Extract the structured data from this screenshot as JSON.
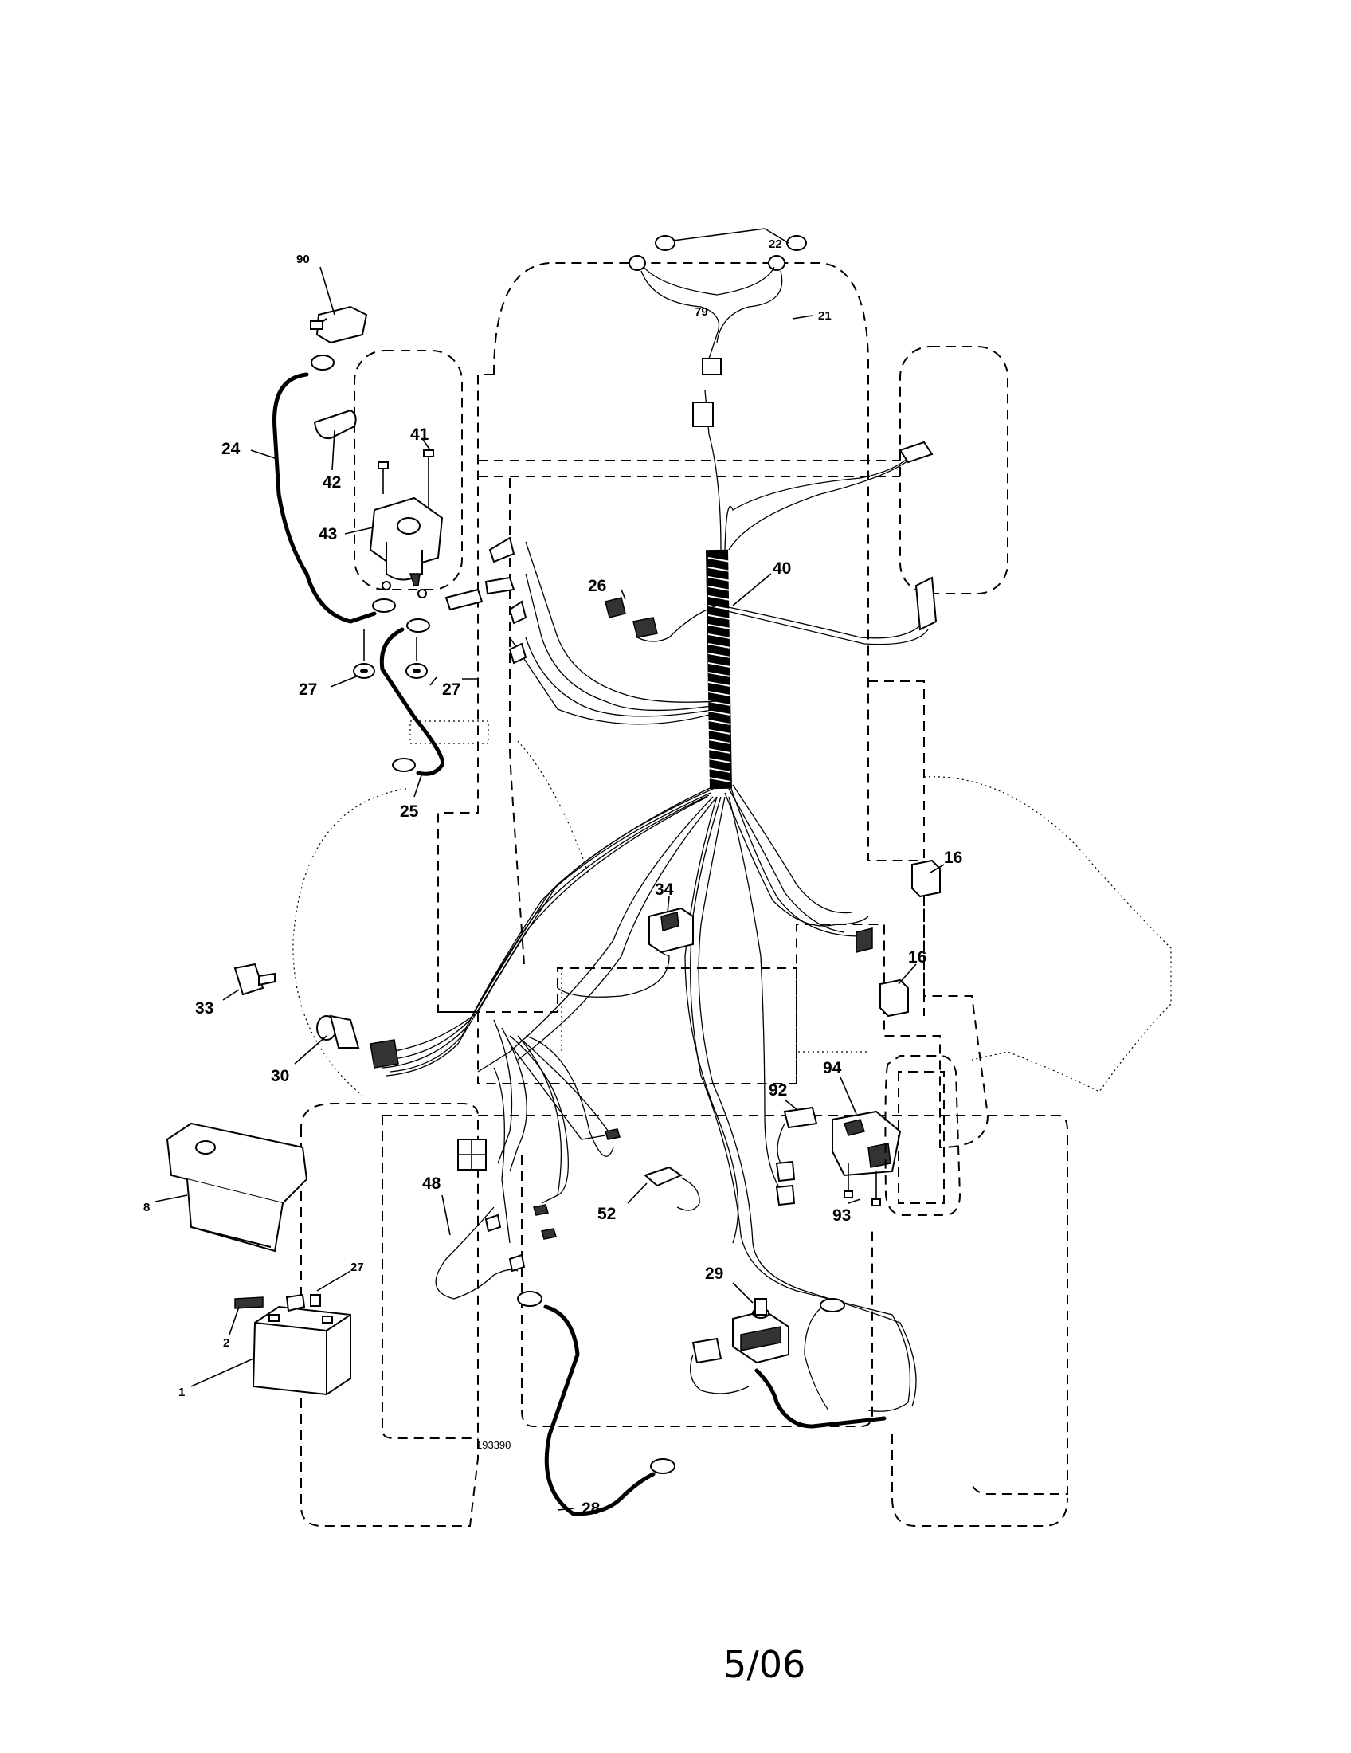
{
  "drawing_number": "193390",
  "footer_date": "5/06",
  "callouts": {
    "c1": "1",
    "c2": "2",
    "c8": "8",
    "c16a": "16",
    "c16b": "16",
    "c21": "21",
    "c22": "22",
    "c24": "24",
    "c25": "25",
    "c26": "26",
    "c27a": "27",
    "c27b": "27",
    "c27c": "27",
    "c28": "28",
    "c29": "29",
    "c30": "30",
    "c33": "33",
    "c34": "34",
    "c40": "40",
    "c41": "41",
    "c42": "42",
    "c43": "43",
    "c48": "48",
    "c52": "52",
    "c79": "79",
    "c90": "90",
    "c92": "92",
    "c93": "93",
    "c94": "94"
  }
}
